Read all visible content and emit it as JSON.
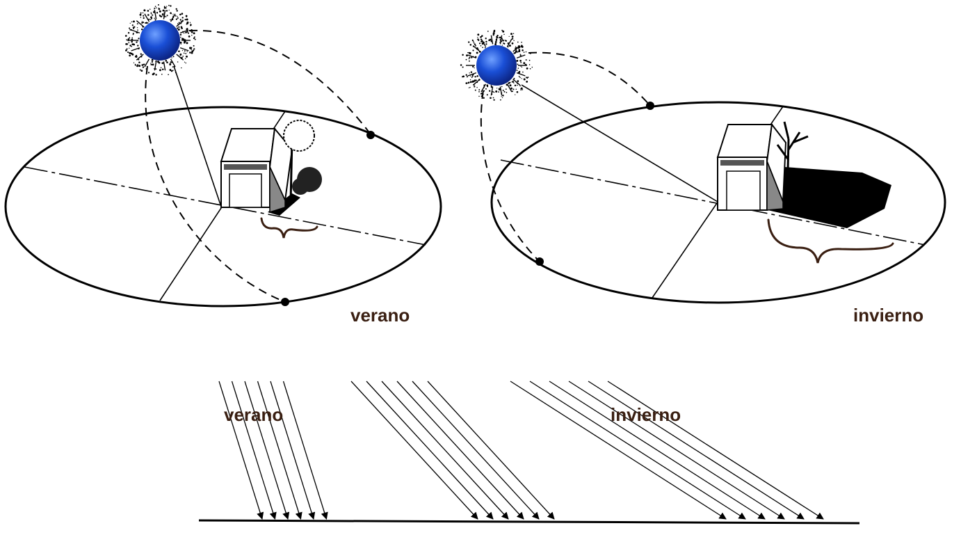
{
  "labels": {
    "summer_top": "verano",
    "winter_top": "invierno",
    "summer_rays": "verano",
    "winter_rays": "invierno"
  },
  "colors": {
    "sun_core": "#1a4fd6",
    "sun_dark": "#0a1f7a",
    "label": "#3a1f12",
    "brace": "#3a1f12",
    "ink": "#000000"
  },
  "icons": {
    "sun": "sun-icon",
    "house": "house-icon",
    "tree_leafy": "leafy-tree-icon",
    "tree_bare": "bare-tree-icon"
  }
}
